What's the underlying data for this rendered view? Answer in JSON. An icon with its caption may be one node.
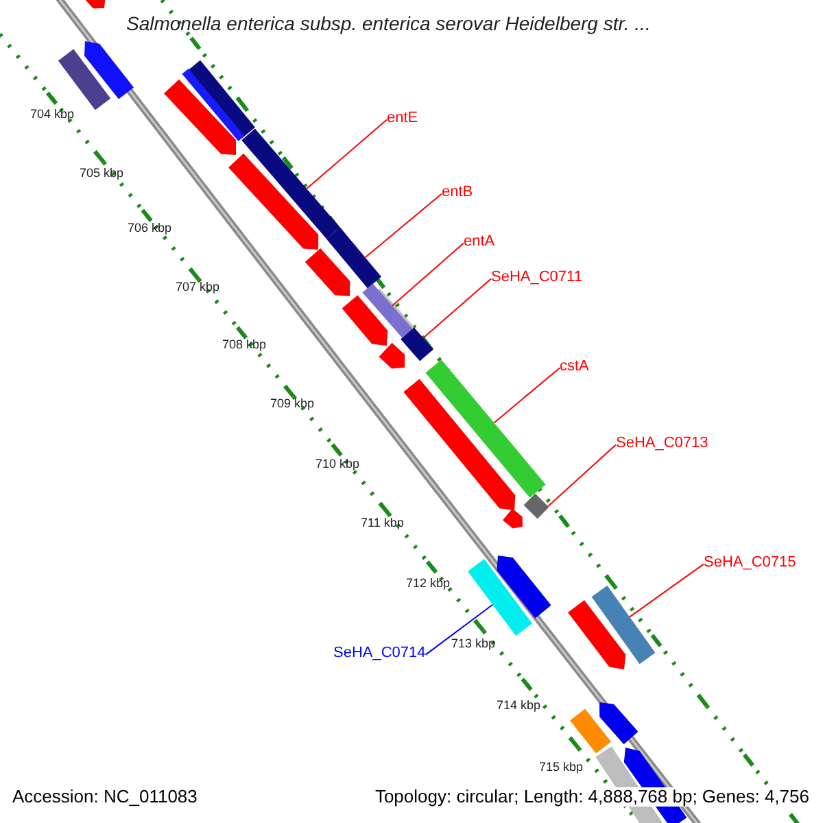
{
  "diagram": {
    "title": "Salmonella enterica subsp. enterica serovar Heidelberg str. ...",
    "nodes": [
      {
        "text": [
          "entE"
        ]
      },
      {
        "text": [],
        "shape": "bar"
      },
      {
        "text": [
          "entB"
        ]
      },
      {
        "text": [],
        "shape": "bar"
      },
      {
        "text": [
          "entA"
        ]
      },
      {
        "text": [],
        "shape": "bar"
      },
      {
        "text": [
          "SeHA_C0711"
        ]
      },
      {
        "text": [],
        "shape": "bar"
      },
      {
        "text": [
          "cstA"
        ]
      },
      {
        "text": [],
        "shape": "bar"
      },
      {
        "text": [
          "SeHA_C0713"
        ]
      },
      {
        "text": [],
        "shape": "bar"
      },
      {
        "text": [
          "SeHA_C0715"
        ]
      },
      {
        "text": [],
        "shape": "bar"
      },
      {
        "text": [
          "SeHA_C0714"
        ]
      },
      {
        "text": [],
        "shape": "bar"
      }
    ],
    "edges": [
      {
        "from": 0,
        "to": 1,
        "arrow": "none"
      },
      {
        "from": 2,
        "to": 3,
        "arrow": "none"
      },
      {
        "from": 4,
        "to": 5,
        "arrow": "none"
      },
      {
        "from": 6,
        "to": 7,
        "arrow": "none"
      },
      {
        "from": 8,
        "to": 9,
        "arrow": "none"
      },
      {
        "from": 10,
        "to": 11,
        "arrow": "none"
      },
      {
        "from": 12,
        "to": 13,
        "arrow": "none"
      },
      {
        "from": 14,
        "to": 15,
        "arrow": "none",
        "color": "#0000ff"
      }
    ],
    "labels": [
      "704 kbp",
      "705 kbp",
      "706 kbp",
      "707 kbp",
      "708 kbp",
      "709 kbp",
      "710 kbp",
      "711 kbp",
      "712 kbp",
      "713 kbp",
      "714 kbp",
      "715 kbp",
      "Accession: NC_011083",
      "Topology: circular; Length: 4,888,768 bp; Genes: 4,756"
    ]
  }
}
